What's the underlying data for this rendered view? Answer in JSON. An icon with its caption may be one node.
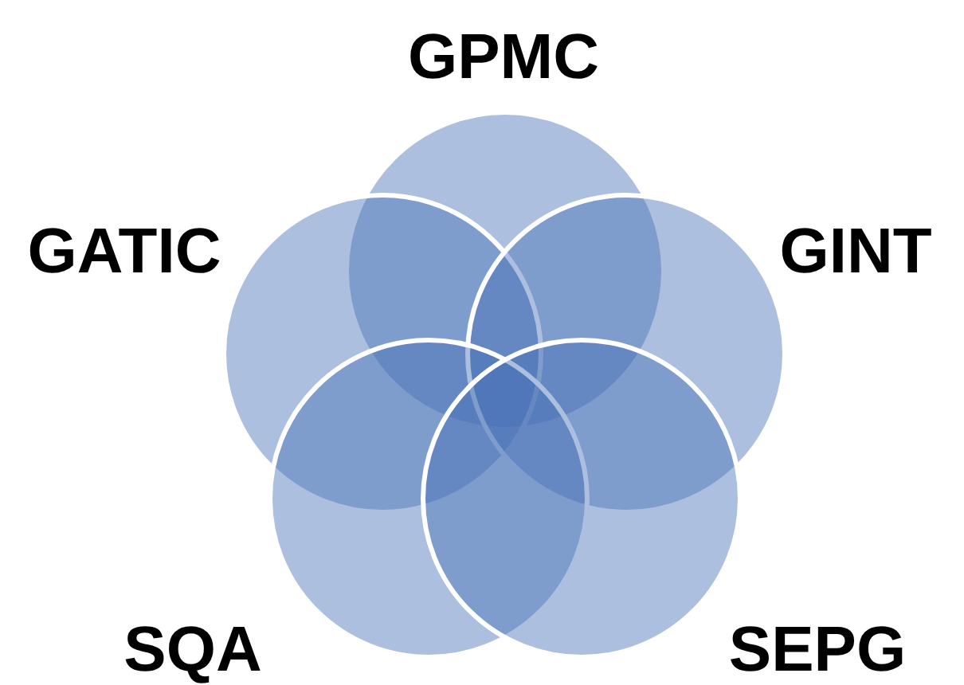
{
  "diagram": {
    "nodes": [
      {
        "text": [
          "GPMC"
        ]
      },
      {
        "text": [
          "GATIC"
        ]
      },
      {
        "text": [
          "GINT"
        ]
      },
      {
        "text": [
          "SQA"
        ]
      },
      {
        "text": [
          "SEPG"
        ]
      }
    ]
  }
}
